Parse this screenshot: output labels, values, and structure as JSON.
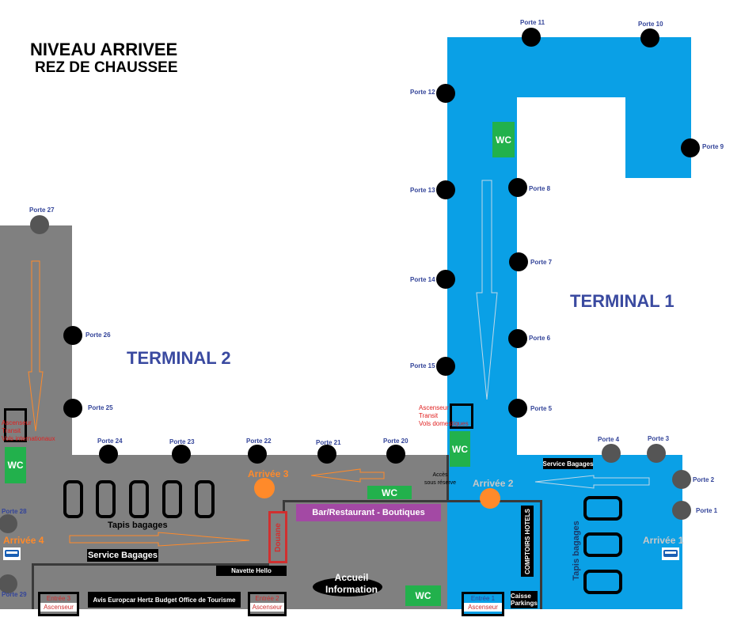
{
  "titles": {
    "level": "NIVEAU ARRIVEE",
    "floor": "REZ DE CHAUSSEE",
    "terminal1": "TERMINAL 1",
    "terminal2": "TERMINAL 2"
  },
  "gates": {
    "p1": "Porte 1",
    "p2": "Porte 2",
    "p3": "Porte 3",
    "p4": "Porte 4",
    "p5": "Porte 5",
    "p6": "Porte 6",
    "p7": "Porte 7",
    "p8": "Porte 8",
    "p9": "Porte 9",
    "p10": "Porte 10",
    "p11": "Porte 11",
    "p12": "Porte 12",
    "p13": "Porte 13",
    "p14": "Porte 14",
    "p15": "Porte 15",
    "p20": "Porte 20",
    "p21": "Porte 21",
    "p22": "Porte 22",
    "p23": "Porte 23",
    "p24": "Porte 24",
    "p25": "Porte 25",
    "p26": "Porte 26",
    "p27": "Porte 27",
    "p28": "Porte 28",
    "p29": "Porte 29"
  },
  "arrivals": {
    "a1": "Arrivée 1",
    "a2": "Arrivée 2",
    "a3": "Arrivée 3",
    "a4": "Arrivée 4"
  },
  "facilities": {
    "wc": "WC",
    "service_bagages": "Service Bagages",
    "tapis_bagages": "Tapis bagages",
    "douane": "Douane",
    "navette": "Navette Hello",
    "rental": "Avis  Europcar  Hertz Budget  Office de Tourisme",
    "bar": "Bar/Restaurant - Boutiques",
    "accueil": "Accueil",
    "information": "Information",
    "comptoirs": "COMPTOIRS HOTELS",
    "caisse": "Caisse",
    "parkings": "Parkings",
    "acces1": "Accès",
    "acces2": "sous réserve",
    "entree1": "Entrée 1",
    "entree2": "Entrée 2",
    "entree3": "Entrée 3",
    "ascenseur": "Ascenseur",
    "transit": "Transit",
    "vols_int": "Vols internationaux",
    "vols_dom": "Vols domestiques"
  },
  "colors": {
    "terminal1": "#0aa0e6",
    "terminal2": "#808080",
    "arrival": "#ff8a2a",
    "wc": "#22b14c",
    "bar": "#a349a4"
  }
}
